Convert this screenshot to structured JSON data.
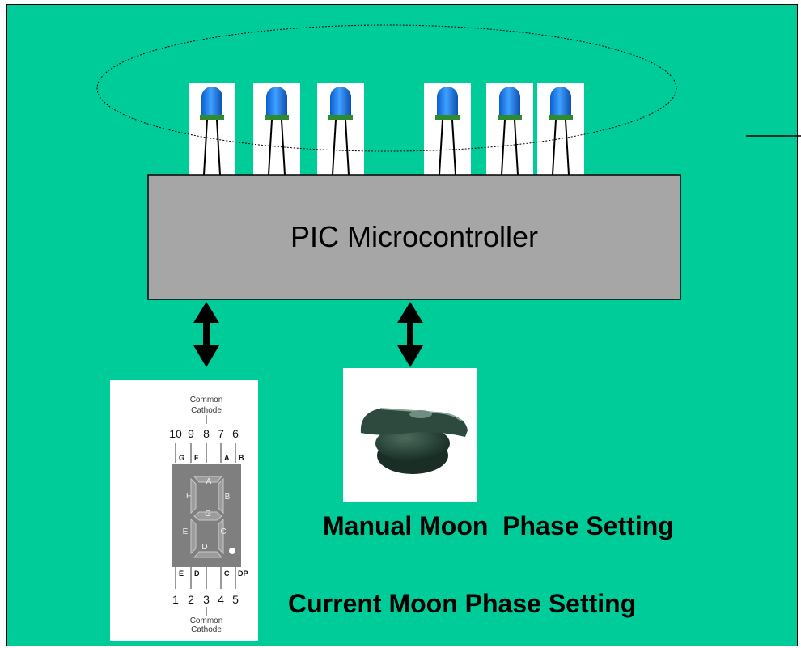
{
  "diagram": {
    "microcontroller_label": "PIC Microcontroller",
    "potentiometer_caption": "Manual Moon  Phase Setting",
    "display_caption": "Current Moon Phase Setting",
    "seven_segment": {
      "top_label_line1": "Common",
      "top_label_line2": "Cathode",
      "bottom_label_line1": "Common",
      "bottom_label_line2": "Cathode",
      "top_pins": [
        "10",
        "9",
        "8",
        "7",
        "6"
      ],
      "top_segments": [
        "G",
        "F",
        "A",
        "B"
      ],
      "bottom_pins": [
        "1",
        "2",
        "3",
        "4",
        "5"
      ],
      "bottom_segments": [
        "E",
        "D",
        "C",
        "DP"
      ],
      "segment_letters": [
        "A",
        "B",
        "C",
        "D",
        "E",
        "F",
        "G"
      ]
    },
    "led_count": 6,
    "colors": {
      "background": "#00cc99",
      "microcontroller_fill": "#a6a6a6",
      "led_blue": "#1e90ff",
      "led_base": "#2e8b2e"
    }
  }
}
